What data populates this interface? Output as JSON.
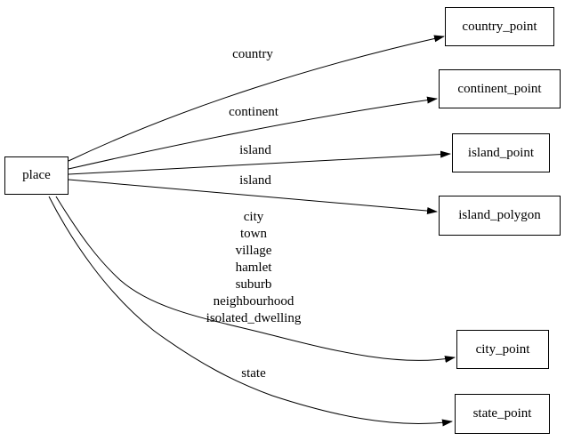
{
  "diagram": {
    "type": "directed-graph",
    "nodes": [
      {
        "id": "place",
        "label": "place"
      },
      {
        "id": "country_point",
        "label": "country_point"
      },
      {
        "id": "continent_point",
        "label": "continent_point"
      },
      {
        "id": "island_point",
        "label": "island_point"
      },
      {
        "id": "island_polygon",
        "label": "island_polygon"
      },
      {
        "id": "city_point",
        "label": "city_point"
      },
      {
        "id": "state_point",
        "label": "state_point"
      }
    ],
    "edges": [
      {
        "from": "place",
        "to": "country_point",
        "label": "country"
      },
      {
        "from": "place",
        "to": "continent_point",
        "label": "continent"
      },
      {
        "from": "place",
        "to": "island_point",
        "label": "island"
      },
      {
        "from": "place",
        "to": "island_polygon",
        "label": "island"
      },
      {
        "from": "place",
        "to": "city_point",
        "label_lines": [
          "city",
          "town",
          "village",
          "hamlet",
          "suburb",
          "neighbourhood",
          "isolated_dwelling"
        ]
      },
      {
        "from": "place",
        "to": "state_point",
        "label": "state"
      }
    ],
    "colors": {
      "background": "#ffffff",
      "node_border": "#000000",
      "edge": "#000000",
      "text": "#000000"
    }
  }
}
